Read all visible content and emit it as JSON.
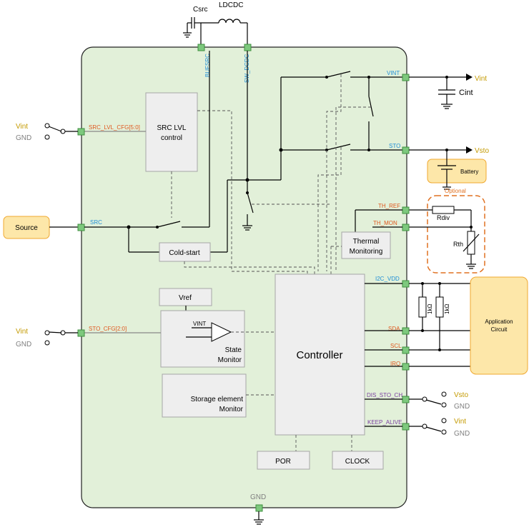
{
  "components": {
    "csrc": "Csrc",
    "ldcdc": "LDCDC",
    "cint": "Cint",
    "rdiv": "Rdiv",
    "rth": "Rth",
    "r1": "1kΩ",
    "r2": "1kΩ"
  },
  "pins": {
    "bufsrc": "BUFSRC",
    "sw_dcdc": "SW_DCDC",
    "vint": "VINT",
    "sto": "STO",
    "src_lvl_cfg": "SRC_LVL_CFG[5:0]",
    "src": "SRC",
    "th_ref": "TH_REF",
    "th_mon": "TH_MON",
    "i2c_vdd": "I2C_VDD",
    "sto_cfg": "STO_CFG[2:0]",
    "sda": "SDA",
    "scl": "SCL",
    "irq": "IRQ",
    "dis_sto_ch": "DIS_STO_CH",
    "keep_alive": "KEEP_ALIVE",
    "gnd": "GND"
  },
  "blocks": {
    "src_lvl_1": "SRC LVL",
    "src_lvl_2": "control",
    "cold_start": "Cold-start",
    "thermal_1": "Thermal",
    "thermal_2": "Monitoring",
    "vref": "Vref",
    "vint_in": "VINT",
    "state_1": "State",
    "state_2": "Monitor",
    "storage_1": "Storage element",
    "storage_2": "Monitor",
    "controller": "Controller",
    "por": "POR",
    "clock": "CLOCK"
  },
  "external": {
    "source": "Source",
    "vint_out": "Vint",
    "vsto_out": "Vsto",
    "battery": "Battery",
    "optional": "Optional",
    "app_1": "Application",
    "app_2": "Circuit",
    "vint_sel1": "Vint",
    "gnd_sel1": "GND",
    "vint_sel2": "Vint",
    "gnd_sel2": "GND",
    "vsto_dis": "Vsto",
    "gnd_dis": "GND",
    "vint_ka": "Vint",
    "gnd_ka": "GND"
  },
  "colors": {
    "chip_fill": "#e2f0d9",
    "pin_green": "#7dc87d",
    "external_fill": "#fde7a9",
    "external_stroke": "#f0a830",
    "optional_stroke": "#e07020",
    "label_blue": "#1f8ed6",
    "label_red": "#e0581f",
    "label_purple": "#7a3fa0",
    "label_yellow": "#c49a00"
  }
}
